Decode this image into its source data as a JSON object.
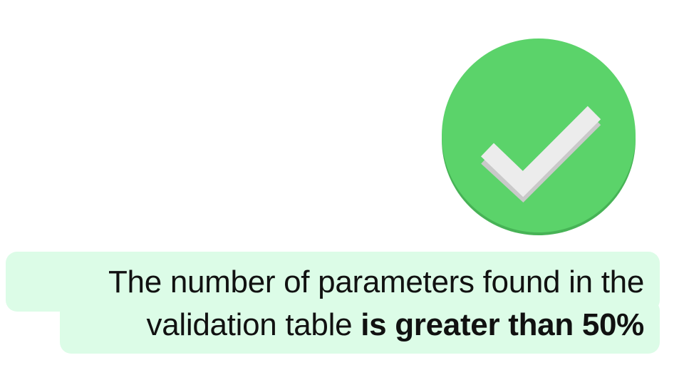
{
  "status": {
    "icon": "check-circle-icon",
    "color": "#5bd36a",
    "mark_color": "#ececec"
  },
  "caption": {
    "line1": "The number of parameters found in the",
    "line2_prefix": "validation table",
    "line2_emphasis": "is greater than 50%",
    "highlight_color": "#dcfce7"
  }
}
